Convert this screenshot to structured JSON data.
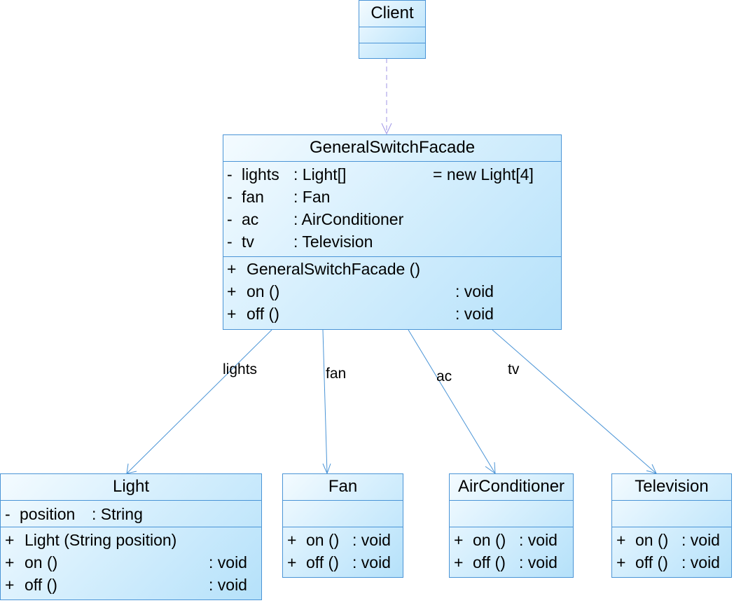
{
  "classes": {
    "client": {
      "name": "Client"
    },
    "facade": {
      "name": "GeneralSwitchFacade",
      "attributes": [
        {
          "vis": "-",
          "name": "lights",
          "type": ": Light[]",
          "init": "= new Light[4]"
        },
        {
          "vis": "-",
          "name": "fan",
          "type": ": Fan"
        },
        {
          "vis": "-",
          "name": "ac",
          "type": ": AirConditioner"
        },
        {
          "vis": "-",
          "name": "tv",
          "type": ": Television"
        }
      ],
      "operations": [
        {
          "vis": "+",
          "sig": "GeneralSwitchFacade ()",
          "ret": ""
        },
        {
          "vis": "+",
          "sig": "on ()",
          "ret": ": void"
        },
        {
          "vis": "+",
          "sig": "off ()",
          "ret": ": void"
        }
      ]
    },
    "light": {
      "name": "Light",
      "attributes": [
        {
          "vis": "-",
          "name": "position",
          "type": ": String"
        }
      ],
      "operations": [
        {
          "vis": "+",
          "sig": "Light (String position)",
          "ret": ""
        },
        {
          "vis": "+",
          "sig": "on ()",
          "ret": ": void"
        },
        {
          "vis": "+",
          "sig": "off ()",
          "ret": ": void"
        }
      ]
    },
    "fan": {
      "name": "Fan",
      "operations": [
        {
          "vis": "+",
          "sig": "on ()",
          "ret": ": void"
        },
        {
          "vis": "+",
          "sig": "off ()",
          "ret": ": void"
        }
      ]
    },
    "air_conditioner": {
      "name": "AirConditioner",
      "operations": [
        {
          "vis": "+",
          "sig": "on ()",
          "ret": ": void"
        },
        {
          "vis": "+",
          "sig": "off ()",
          "ret": ": void"
        }
      ]
    },
    "television": {
      "name": "Television",
      "operations": [
        {
          "vis": "+",
          "sig": "on ()",
          "ret": ": void"
        },
        {
          "vis": "+",
          "sig": "off ()",
          "ret": ": void"
        }
      ]
    }
  },
  "associations": {
    "lights": "lights",
    "fan": "fan",
    "ac": "ac",
    "tv": "tv"
  },
  "colors": {
    "border": "#4a94d6",
    "dependency": "#9f95e6",
    "association": "#4a94d6"
  }
}
